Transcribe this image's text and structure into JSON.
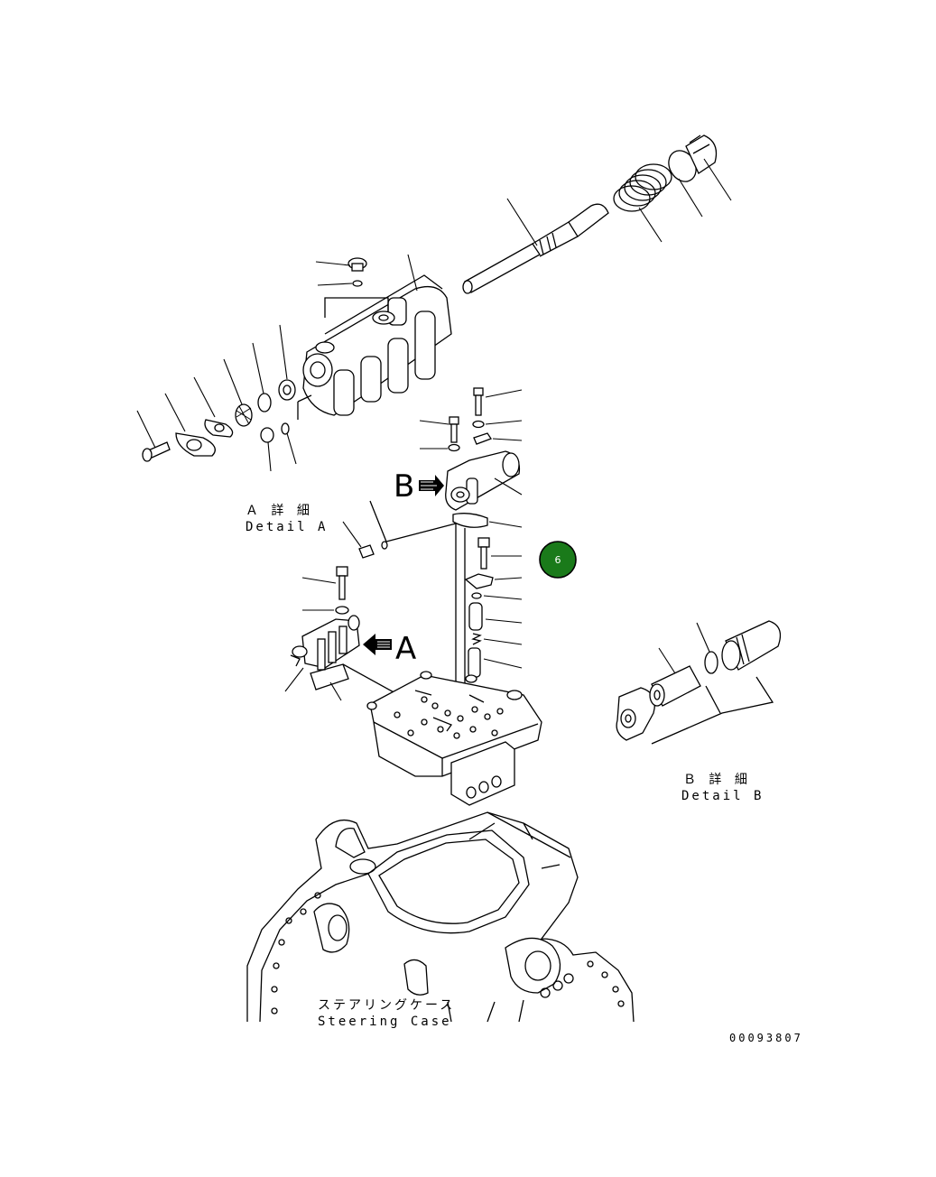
{
  "detail_a": {
    "jp": "Ａ 詳 細",
    "en": "Detail A"
  },
  "detail_b": {
    "jp": "Ｂ 詳 細",
    "en": "Detail B"
  },
  "case_label": {
    "jp": "ステアリングケース",
    "en": "Steering Case"
  },
  "arrow_a": "A",
  "arrow_b": "B",
  "drawing_number": "00093807",
  "callout": {
    "number": "6",
    "color": "#1a7a1a"
  }
}
